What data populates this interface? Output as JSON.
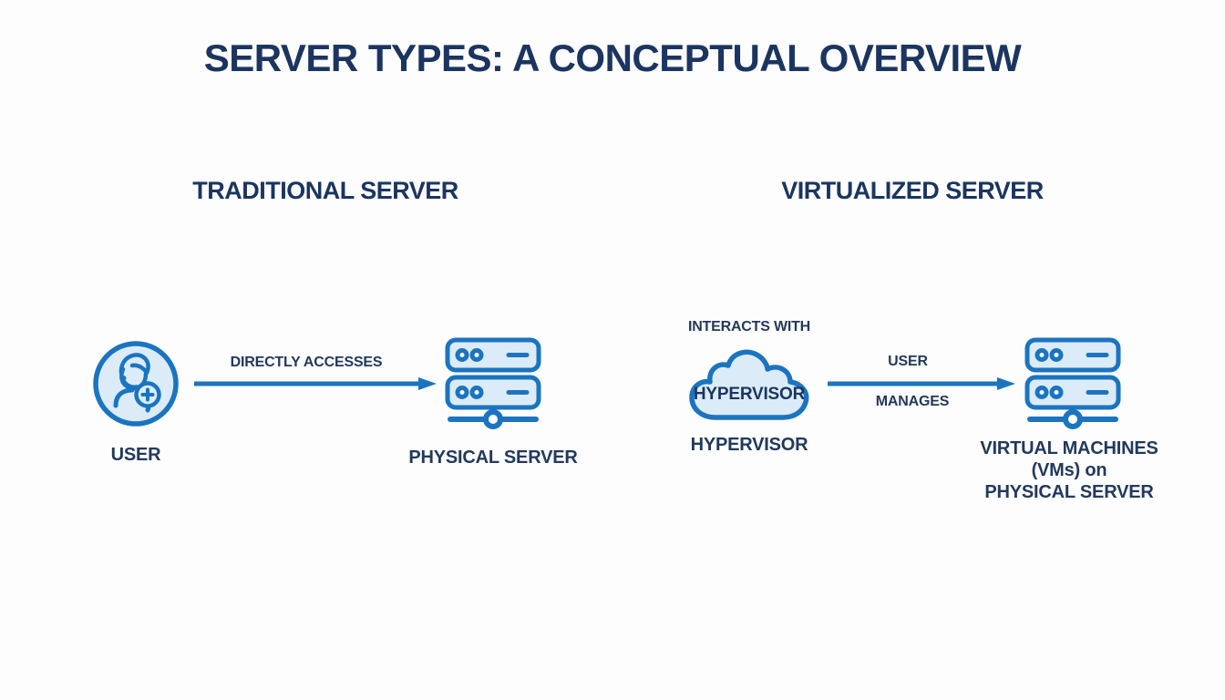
{
  "title": "SERVER TYPES: A CONCEPTUAL OVERVIEW",
  "colors": {
    "accent": "#1b74c0",
    "fill": "#dcebf8",
    "navy": "#1b3560",
    "label": "#23395c",
    "bg": "#fdfdfe"
  },
  "traditional": {
    "header": "TRADITIONAL SERVER",
    "user_label": "USER",
    "arrow_label": "DIRECTLY ACCESSES",
    "server_label": "PHYSICAL SERVER"
  },
  "virtualized": {
    "header": "VIRTUALIZED SERVER",
    "interacts_label": "INTERACTS WITH",
    "cloud_text": "HYPERVISOR",
    "hypervisor_label": "HYPERVISOR",
    "arrow_label_top": "USER",
    "arrow_label_bottom": "MANAGES",
    "vm_label_lines": [
      "VIRTUAL MACHINES",
      "(VMs) on",
      "PHYSICAL SERVER"
    ]
  }
}
